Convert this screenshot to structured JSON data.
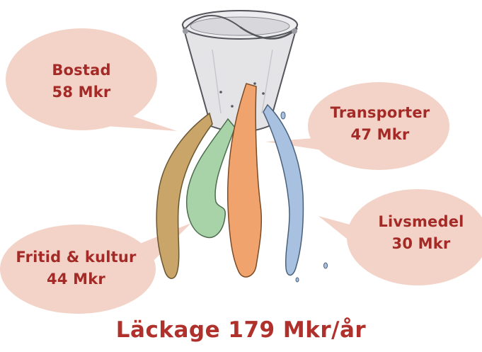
{
  "categories": [
    {
      "label": "Bostad",
      "amount": "58 Mkr",
      "stream_color": "#c9a56a"
    },
    {
      "label": "Fritid & kultur",
      "amount": "44 Mkr",
      "stream_color": "#a8d3a8"
    },
    {
      "label": "Transporter",
      "amount": "47 Mkr",
      "stream_color": "#f0a36c"
    },
    {
      "label": "Livsmedel",
      "amount": "30 Mkr",
      "stream_color": "#a8c1e0"
    }
  ],
  "footer": {
    "title": "Läckage 179 Mkr/år"
  },
  "colors": {
    "bubble_fill": "#f3d3c8",
    "text_accent": "#a32a26",
    "bucket_fill": "#e4e4e7",
    "bucket_outline": "#55555c"
  }
}
